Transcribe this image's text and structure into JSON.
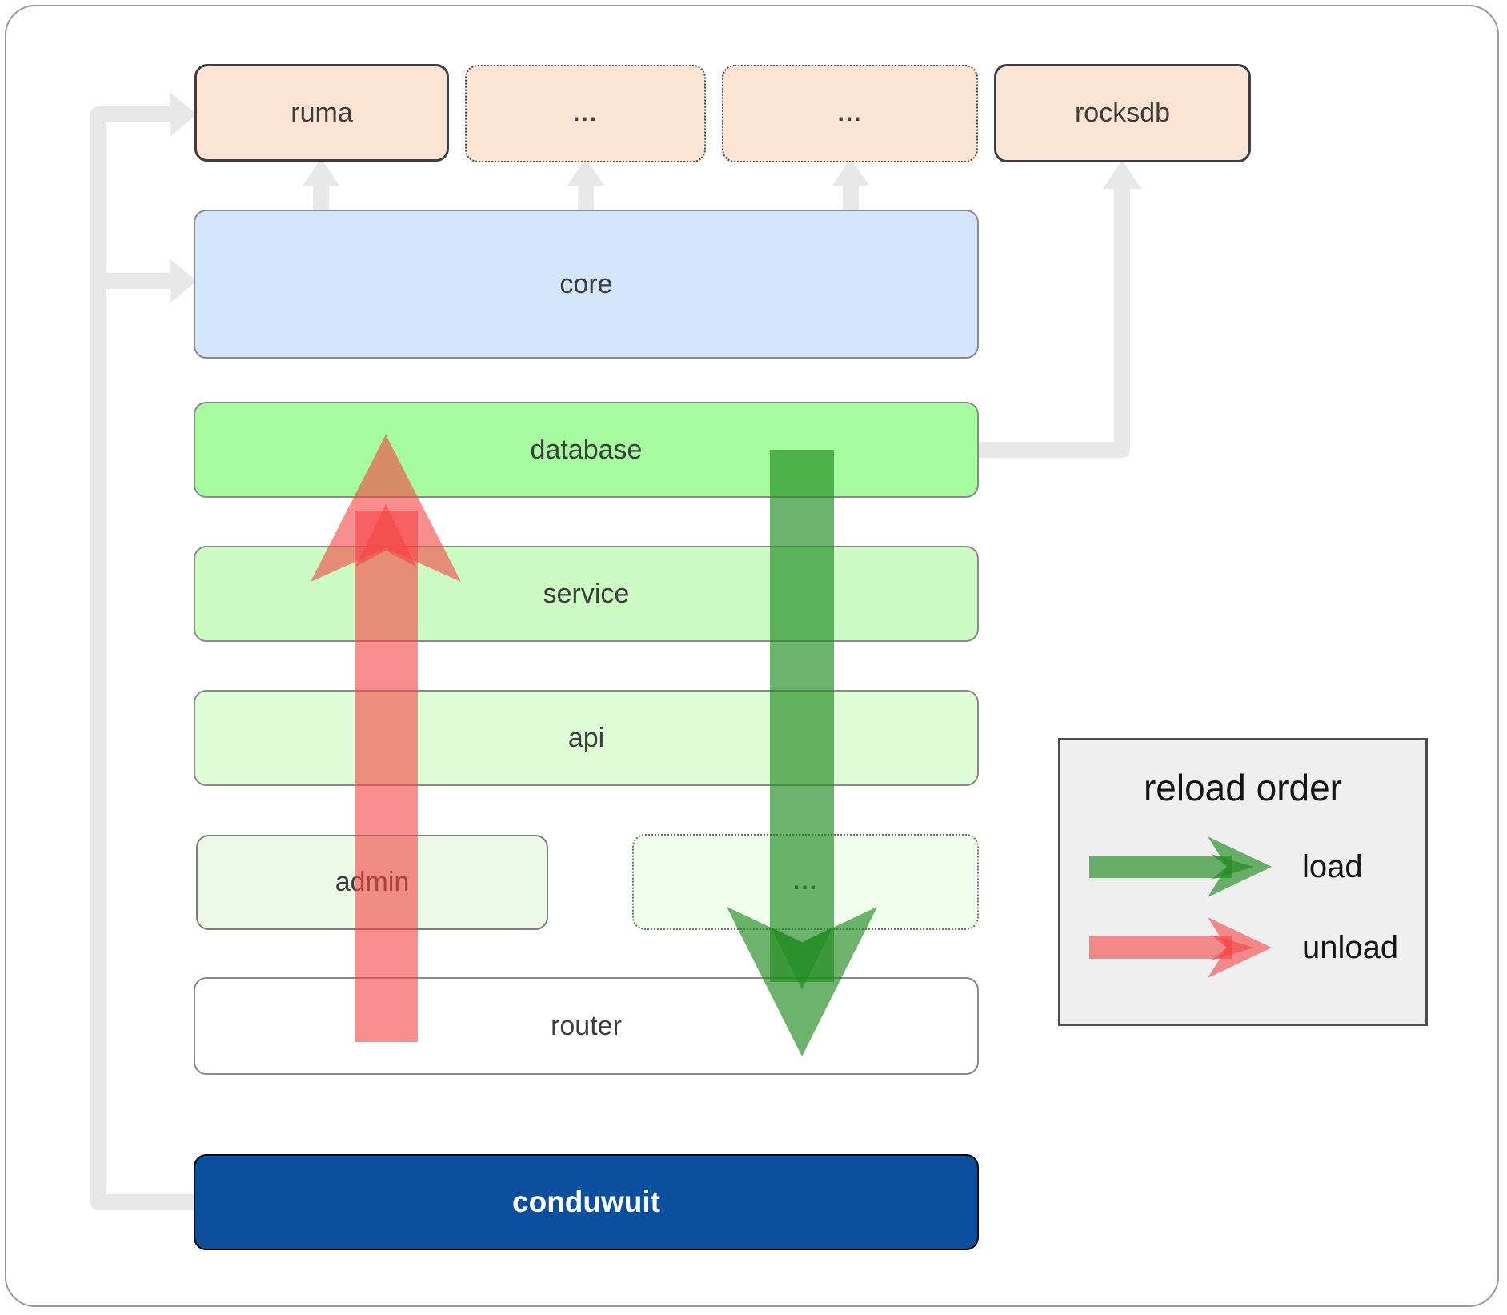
{
  "nodes": {
    "ruma": {
      "label": "ruma"
    },
    "dots_top_1": {
      "label": "..."
    },
    "dots_top_2": {
      "label": "..."
    },
    "rocksdb": {
      "label": "rocksdb"
    },
    "core": {
      "label": "core"
    },
    "database": {
      "label": "database"
    },
    "service": {
      "label": "service"
    },
    "api": {
      "label": "api"
    },
    "admin": {
      "label": "admin"
    },
    "dots_admin_row": {
      "label": "..."
    },
    "router": {
      "label": "router"
    },
    "conduwuit": {
      "label": "conduwuit"
    }
  },
  "legend": {
    "title": "reload order",
    "load_label": "load",
    "unload_label": "unload"
  },
  "colors": {
    "node_peach": "#FCE4D4",
    "node_blue": "#D3E6FB",
    "node_green_bright": "#A5FB9D",
    "node_green_light": "#CCFCC3",
    "node_green_lighter": "#DEFDD7",
    "node_green_faint": "#ECFBE7",
    "node_navy": "#0B4F9E",
    "router_fill": "#FFFFFF",
    "load_arrow_green": "#228B22",
    "unload_arrow_red": "#F54242",
    "connector_gray": "#E8E8E8",
    "label_text": "#3D3D3D"
  }
}
